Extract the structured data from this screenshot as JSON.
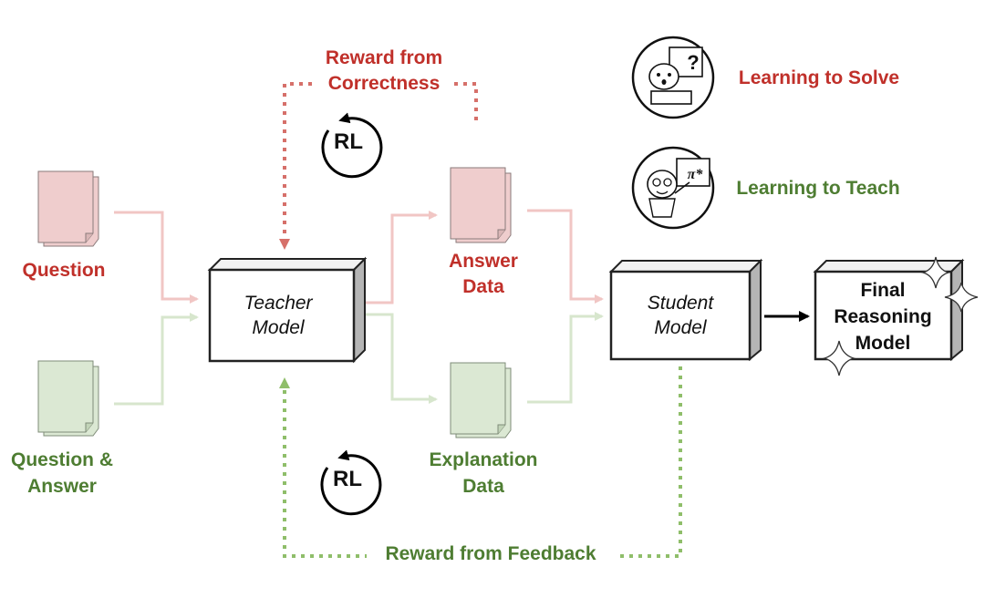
{
  "colors": {
    "red_text": "#c0302a",
    "green_text": "#4e7d32",
    "red_doc": "#efcdcd",
    "green_doc": "#dbe8d3",
    "red_arrow": "#f1c6c4",
    "green_arrow": "#d7e6cd",
    "red_dotted": "#d6706a",
    "green_dotted": "#8fbe6a"
  },
  "inputs": {
    "question": "Question",
    "question_answer_line1": "Question &",
    "question_answer_line2": "Answer"
  },
  "teacher": {
    "line1": "Teacher",
    "line2": "Model"
  },
  "outputs": {
    "answer_line1": "Answer",
    "answer_line2": "Data",
    "explanation_line1": "Explanation",
    "explanation_line2": "Data"
  },
  "student": {
    "line1": "Student",
    "line2": "Model"
  },
  "final": {
    "line1": "Final",
    "line2": "Reasoning",
    "line3": "Model"
  },
  "rewards": {
    "correctness_line1": "Reward from",
    "correctness_line2": "Correctness",
    "feedback": "Reward from Feedback"
  },
  "rl_label": "RL",
  "legend": {
    "solve": {
      "label": "Learning to Solve",
      "icon": "student-solving-icon",
      "glyph": "?"
    },
    "teach": {
      "label": "Learning to Teach",
      "icon": "teacher-pointing-icon",
      "glyph": "π*"
    }
  }
}
